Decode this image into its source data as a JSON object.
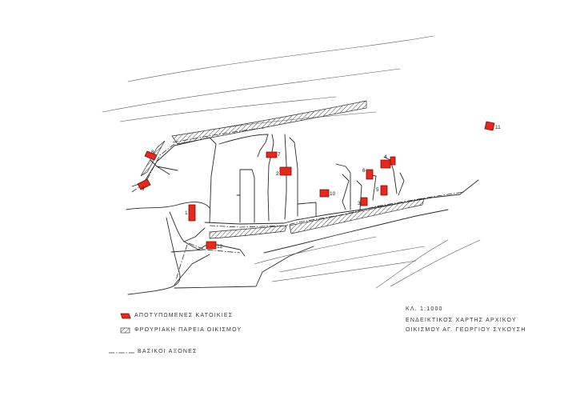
{
  "colors": {
    "house": "#e32a1f",
    "ink": "#2a2a2a",
    "hatch": "#555555"
  },
  "houses": [
    {
      "id": "1",
      "label": "1"
    },
    {
      "id": "2",
      "label": "2"
    },
    {
      "id": "3",
      "label": "3"
    },
    {
      "id": "4",
      "label": "4"
    },
    {
      "id": "5",
      "label": "5"
    },
    {
      "id": "6",
      "label": "6"
    },
    {
      "id": "7",
      "label": "7"
    },
    {
      "id": "8",
      "label": "8"
    },
    {
      "id": "9",
      "label": "9"
    },
    {
      "id": "10",
      "label": "10"
    },
    {
      "id": "11",
      "label": "11"
    },
    {
      "id": "12",
      "label": "12"
    }
  ],
  "legend": {
    "houses": "ΑΠΟΤΥΠΩΜΕΝΕΣ ΚΑΤΟΙΚΙΕΣ",
    "coastal": "ΦΡΟΥΡΙΑΚΗ ΠΑΡΕΙΑ ΟΙΚΙΣΜΟΥ",
    "axes": "ΒΑΣΙΚΟΙ ΑΞΟΝΕΣ"
  },
  "caption": {
    "scale": "ΚΛ. 1:1000",
    "title_line1": "ΕΝΔΕΙΚΤΙΚΟΣ ΧΑΡΤΗΣ ΑΡΧΙΚΟΥ",
    "title_line2": "ΟΙΚΙΣΜΟΥ ΑΓ. ΓΕΩΡΓΙΟΥ ΣΥΚΟΥΣΗ"
  }
}
